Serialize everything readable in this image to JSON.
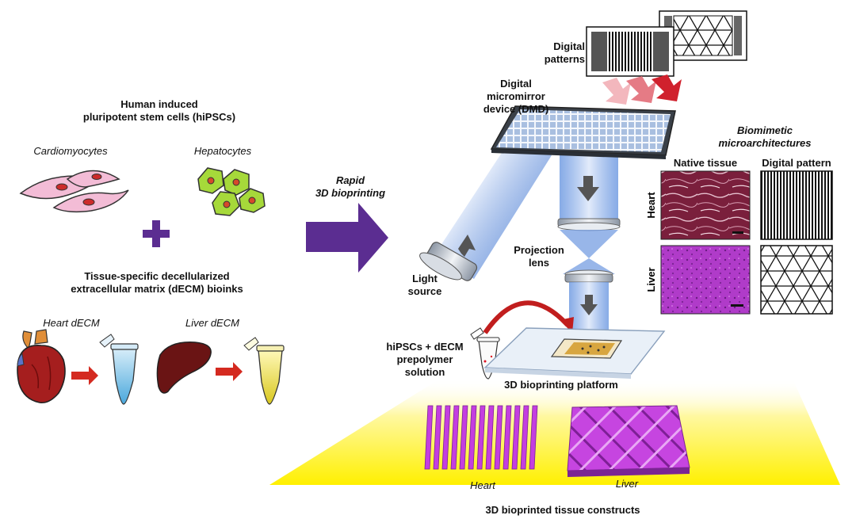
{
  "left": {
    "hipsc_title": [
      "Human induced",
      "pluripotent stem cells (hiPSCs)"
    ],
    "cardiomyocytes": "Cardiomyocytes",
    "hepatocytes": "Hepatocytes",
    "plus": "+",
    "decm_title": [
      "Tissue-specific decellularized",
      "extracellular matrix (dECM) bioinks"
    ],
    "heart_decm": "Heart dECM",
    "liver_decm": "Liver dECM"
  },
  "center": {
    "arrow_label": [
      "Rapid",
      "3D bioprinting"
    ]
  },
  "device": {
    "digital_patterns": [
      "Digital",
      "patterns"
    ],
    "dmd": [
      "Digital",
      "micromirror",
      "device (DMD)"
    ],
    "light_source": [
      "Light",
      "source"
    ],
    "projection_lens": [
      "Projection",
      "lens"
    ],
    "prepolymer": [
      "hiPSCs + dECM",
      "prepolymer",
      "solution"
    ],
    "platform": "3D bioprinting platform"
  },
  "right": {
    "title": [
      "Biomimetic",
      "microarchitectures"
    ],
    "col_native": "Native tissue",
    "col_digital": "Digital pattern",
    "row_heart": "Heart",
    "row_liver": "Liver"
  },
  "bottom": {
    "heart": "Heart",
    "liver": "Liver",
    "caption": "3D bioprinted tissue constructs"
  },
  "colors": {
    "arrow_purple": "#5b2d91",
    "construct_magenta": "#c43ee0",
    "light_yellow": "#fff100",
    "light_blue": "#8fb3e8",
    "red_arrow": "#d42a20"
  }
}
